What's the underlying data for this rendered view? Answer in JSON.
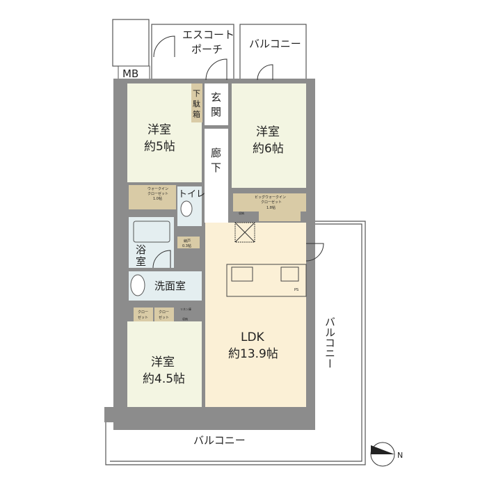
{
  "rooms": {
    "porch": "エスコートポーチ",
    "porch_l1": "エスコート",
    "porch_l2": "ポーチ",
    "balcony_top": "バルコニー",
    "mb": "MB",
    "bedroom1_name": "洋室",
    "bedroom1_size": "約5帖",
    "shoe_l1": "下",
    "shoe_l2": "駄",
    "shoe_l3": "箱",
    "entrance_l1": "玄",
    "entrance_l2": "関",
    "hall_l1": "廊",
    "hall_l2": "下",
    "bedroom2_name": "洋室",
    "bedroom2_size": "約6帖",
    "wic_l1": "ウォークイン",
    "wic_l2": "クローゼット",
    "wic_l3": "1.0帖",
    "toilet": "トイレ",
    "bigwic_l1": "ビッグウォークイン",
    "bigwic_l2": "クローゼット",
    "bigwic_l3": "1.8帖",
    "storage_small": "収納",
    "bath_l1": "浴",
    "bath_l2": "室",
    "nando_l1": "納戸",
    "nando_l2": "0.3帖",
    "washroom": "洗面室",
    "closet_l1": "クロー",
    "closet_l2": "ゼット",
    "linen": "リネン庫",
    "storage2": "収納",
    "bedroom3_name": "洋室",
    "bedroom3_size": "約4.5帖",
    "ldk_name": "LDK",
    "ldk_size": "約13.9帖",
    "balcony_right": "バルコニー",
    "balcony_bottom": "バルコニー",
    "ps": "PS"
  },
  "compass": {
    "label": "N",
    "direction": "right"
  },
  "colors": {
    "wall": "#8c8c8c",
    "bedroom": "#f3f5e2",
    "ldk": "#fbf0d6",
    "storage": "#d9cba6",
    "wet": "#e4eef0"
  }
}
